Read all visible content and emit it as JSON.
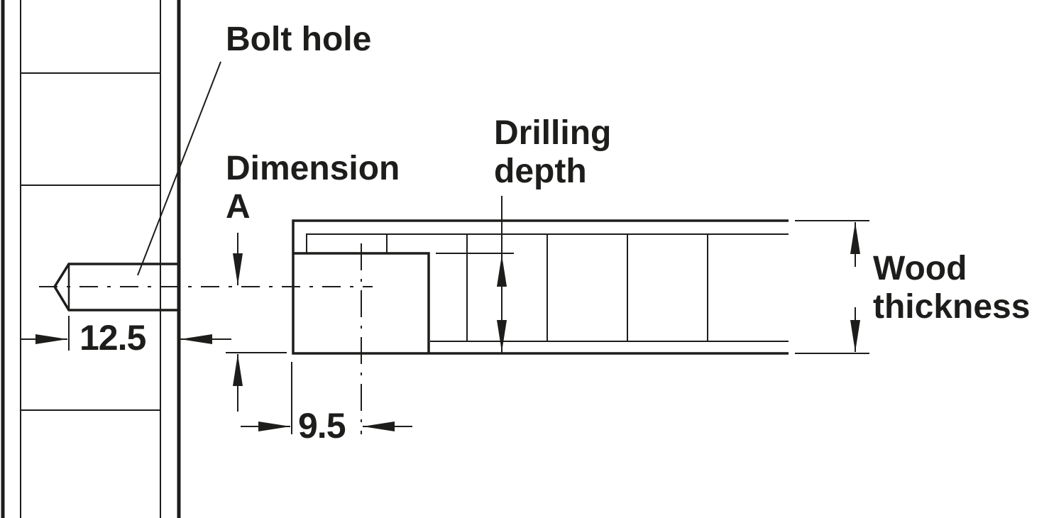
{
  "labels": {
    "bolt_hole": "Bolt hole",
    "dimension_line1": "Dimension",
    "dimension_line2": "A",
    "drilling_line1": "Drilling",
    "drilling_line2": "depth",
    "wood_line1": "Wood",
    "wood_line2": "thickness",
    "dim_12_5": "12.5",
    "dim_9_5": "9.5"
  },
  "colors": {
    "ink": "#1d1d1b",
    "background": "#ffffff"
  }
}
